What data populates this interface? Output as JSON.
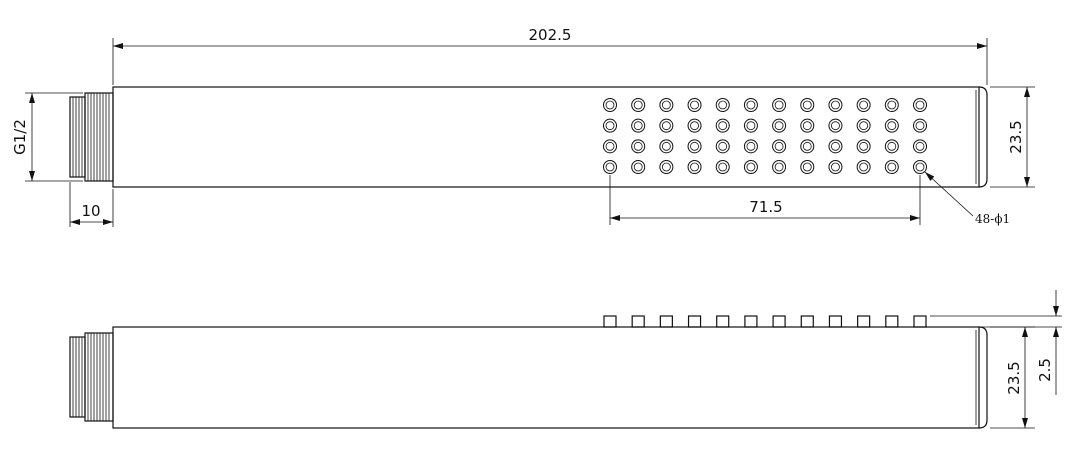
{
  "drawing": {
    "dimensions": {
      "overall_length": "202.5",
      "hole_span": "71.5",
      "top_width": "23.5",
      "thread_length": "10",
      "thread_size": "G1/2",
      "side_width": "23.5",
      "nozzle_height": "2.5"
    },
    "callout": "48-ϕ1",
    "nozzles": {
      "rows": 4,
      "cols": 12
    }
  }
}
